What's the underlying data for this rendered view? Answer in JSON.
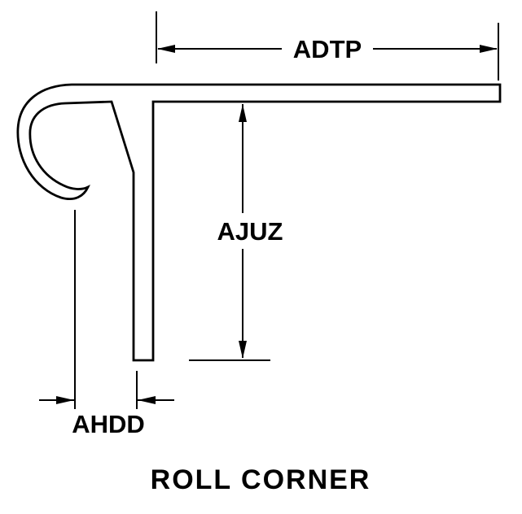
{
  "diagram": {
    "title": "ROLL CORNER",
    "dimensions": {
      "adtp": "ADTP",
      "ajuz": "AJUZ",
      "ahdd": "AHDD"
    },
    "colors": {
      "line": "#000000",
      "background": "#ffffff"
    }
  }
}
